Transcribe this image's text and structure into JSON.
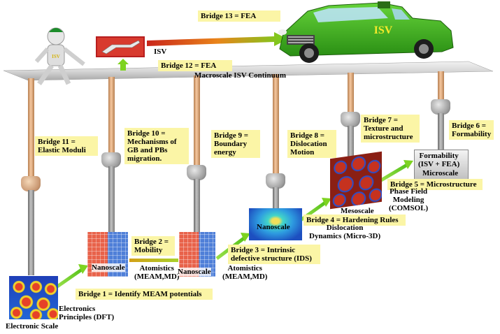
{
  "colors": {
    "note_bg": "#fbf5a6",
    "beam": "#dcdcdc",
    "pole_copper": "#e8b48a",
    "pole_steel": "#9b9b9b",
    "arrow_green": "#7ed321",
    "car_green": "#3aa81f",
    "isv_text": "#f5ea2a"
  },
  "continuum_label": "Macroscale ISV Continuum",
  "isv_label": "ISV",
  "car_logo": "ISV",
  "robot_logo": "ISV",
  "bridges": {
    "b1": "Bridge 1 = Identify MEAM potentials",
    "b2": "Bridge 2 =\nMobility",
    "b3": "Bridge 3 = Intrinsic\ndefective structure (IDS)",
    "b4": "Bridge 4 = Hardening Rules",
    "b5": "Bridge 5 = Microstructure",
    "b6": "Bridge 6 =\nFormability",
    "b7": "Bridge 7 =\nTexture and\nmicrostructure",
    "b8": "Bridge 8 =\nDislocation\nMotion",
    "b9": "Bridge 9 =\nBoundary\nenergy",
    "b10": "Bridge 10 =\nMechanisms of\nGB and PBs\nmigration.",
    "b11": "Bridge 11 =\nElastic Moduli",
    "b12": "Bridge 12 = FEA",
    "b13": "Bridge 13 = FEA"
  },
  "scales": {
    "electronic": "Electronic Scale",
    "electronics_principles": "Electronics\nPrinciples (DFT)",
    "nanoscale_1": "Nanoscale",
    "atomistics_1": "Atomistics\n(MEAM,MD)",
    "nanoscale_2": "Nanoscale",
    "atomistics_2": "Atomistics\n(MEAM,MD)",
    "nanoscale_3": "Nanoscale",
    "dislocation": "Dislocation\nDynamics (Micro-3D)",
    "mesoscale": "Mesoscale",
    "phase_field": "Phase Field\nModeling\n(COMSOL)",
    "formability_box": "Formability\n(ISV + FEA)",
    "microscale": "Microscale"
  }
}
